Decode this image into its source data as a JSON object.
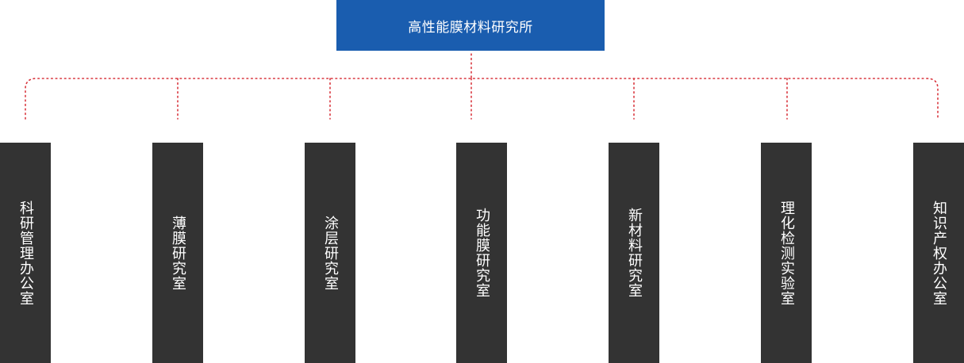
{
  "org_chart": {
    "root": {
      "label": "高性能膜材料研究所",
      "color": "#1a5daf"
    },
    "connector_color": "#d9363e",
    "department_color": "#333333",
    "departments": [
      {
        "label": "科研管理办公室"
      },
      {
        "label": "薄膜研究室"
      },
      {
        "label": "涂层研究室"
      },
      {
        "label": "功能膜研究室"
      },
      {
        "label": "新材料研究室"
      },
      {
        "label": "理化检测实验室"
      },
      {
        "label": "知识产权办公室"
      }
    ]
  }
}
